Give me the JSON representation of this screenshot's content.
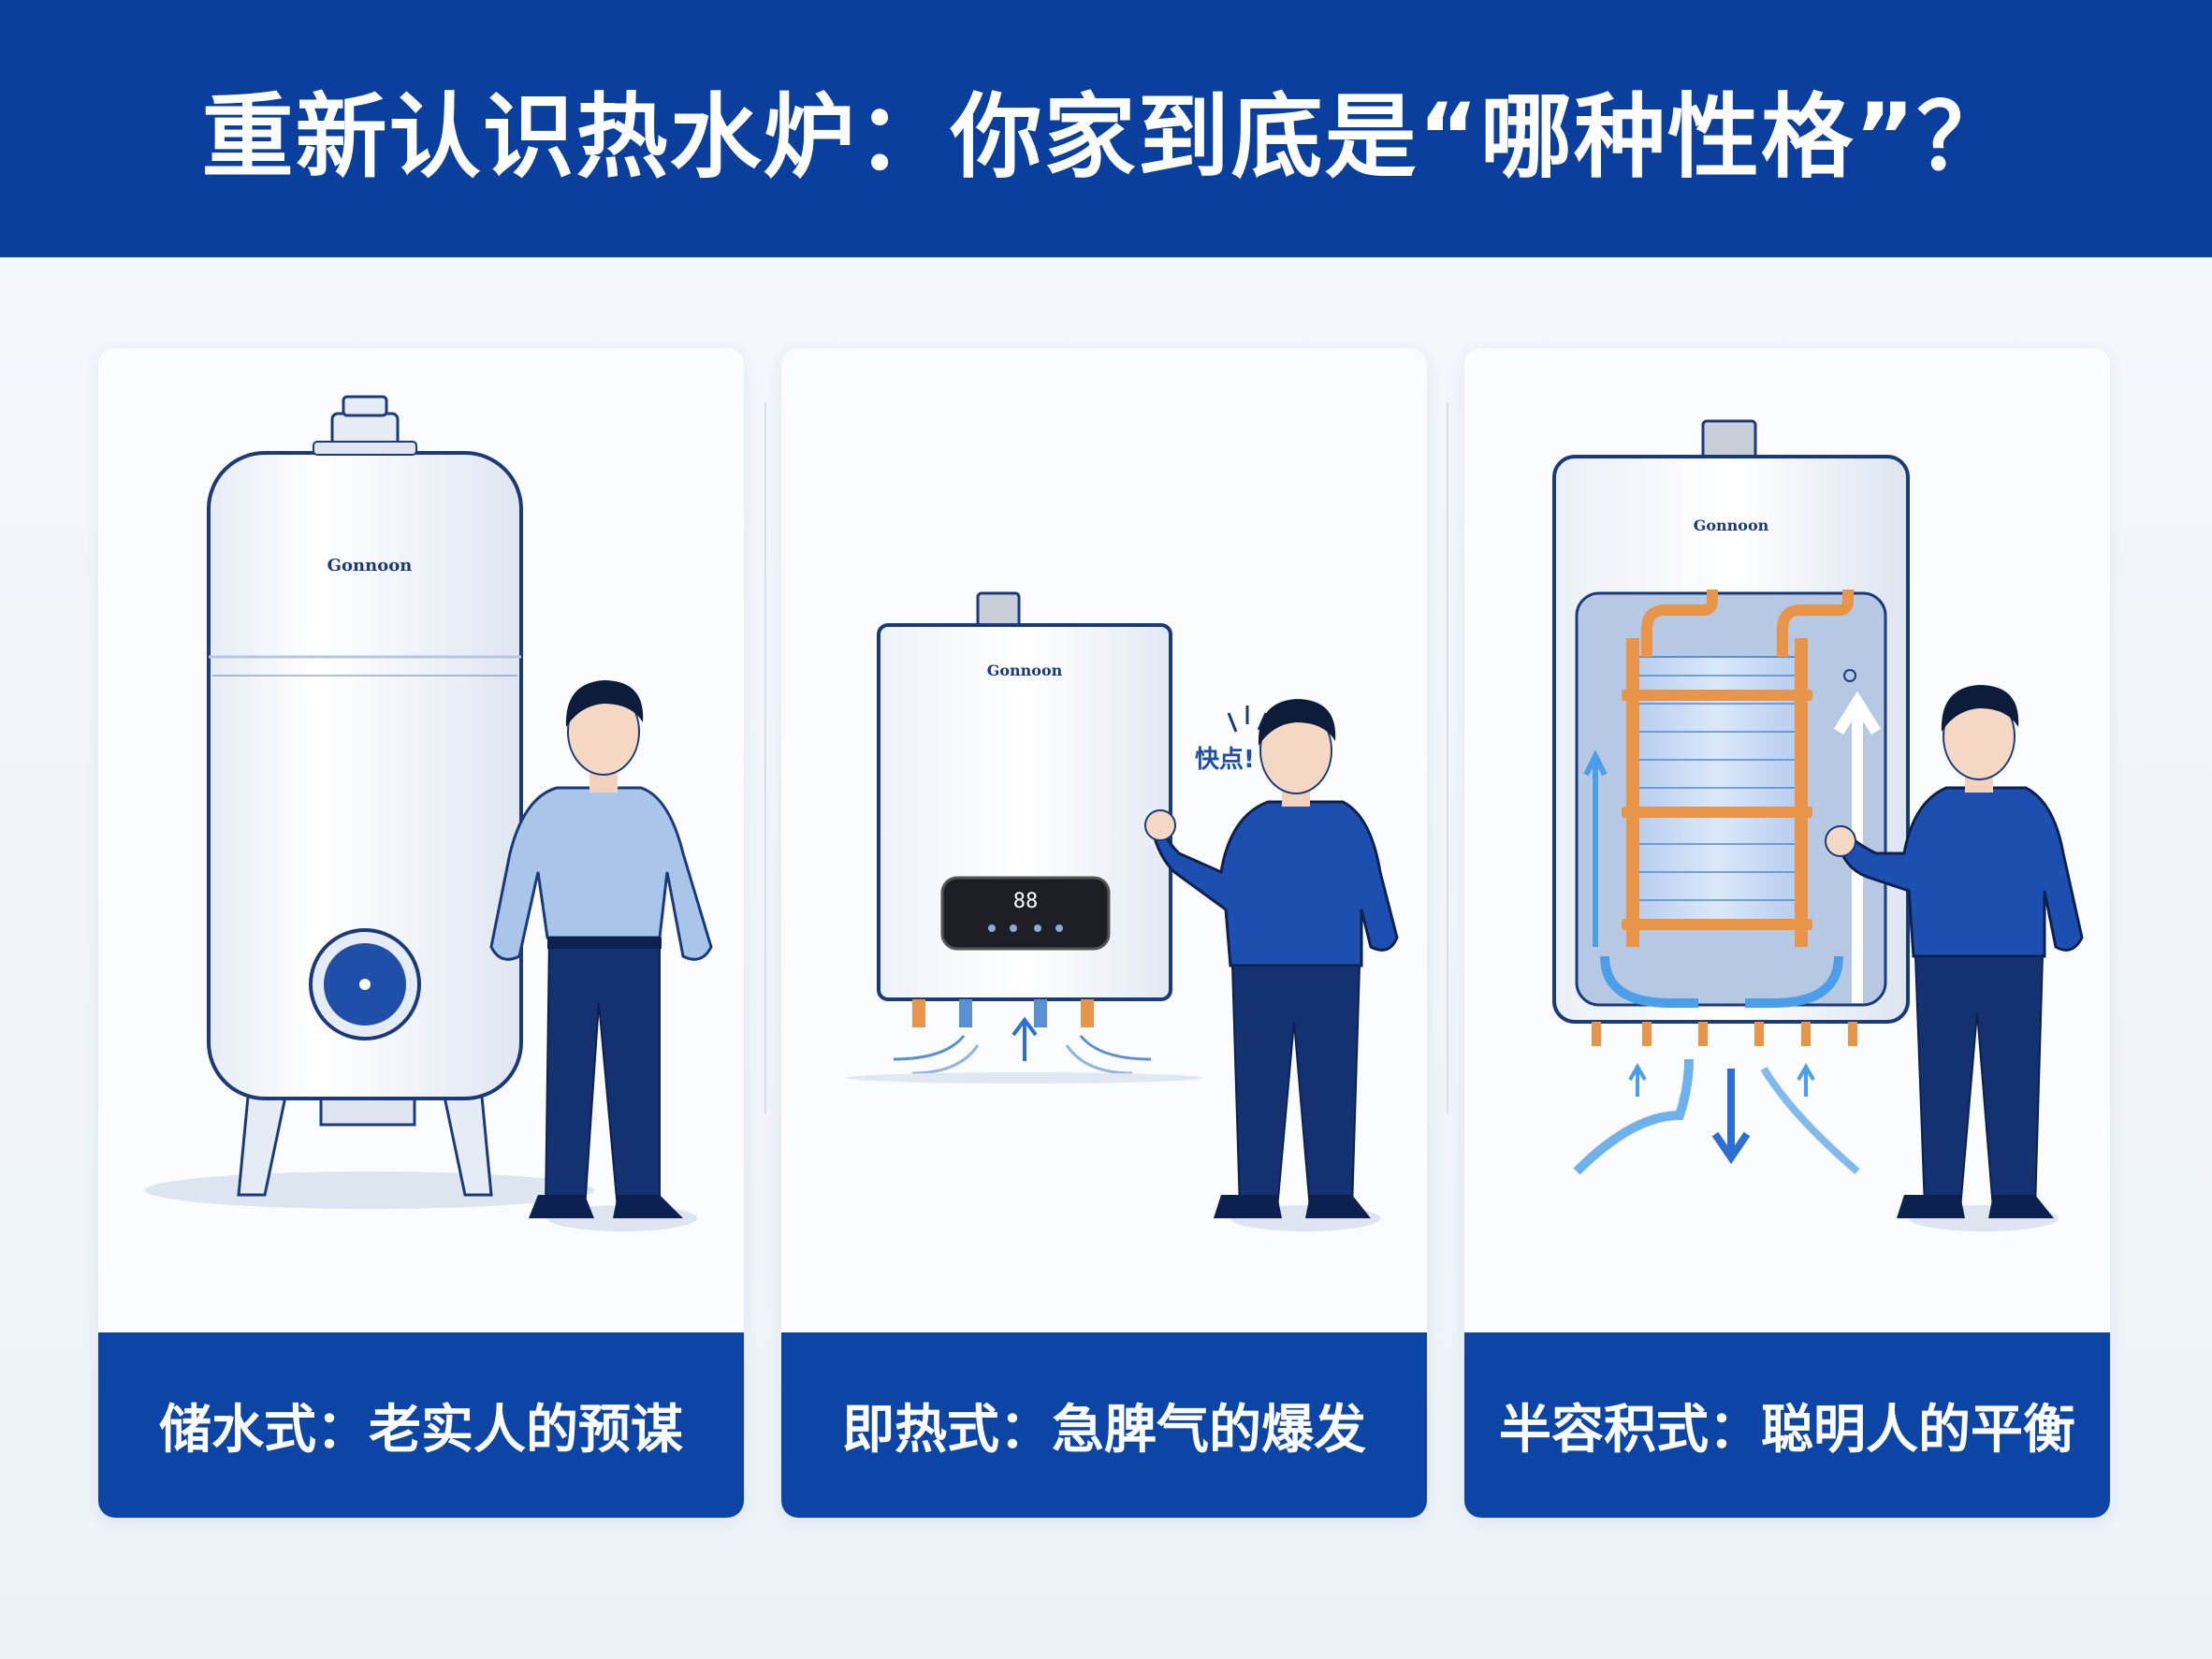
{
  "header": {
    "title": "重新认识热水炉：你家到底是“哪种性格”？"
  },
  "colors": {
    "brand_blue": "#0a3f9e",
    "caption_blue": "#0d45a6",
    "copper": "#e8954a"
  },
  "cards": [
    {
      "caption": "储水式：老实人的预谋",
      "brand": "Gonnoon",
      "icon": "tank-water-heater-icon"
    },
    {
      "caption": "即热式：急脾气的爆发",
      "brand": "Gonnoon",
      "exclaim": "快点!",
      "icon": "wall-water-heater-icon"
    },
    {
      "caption": "半容积式：聪明人的平衡",
      "brand": "Gonnoon",
      "icon": "semi-volume-heater-icon"
    }
  ]
}
